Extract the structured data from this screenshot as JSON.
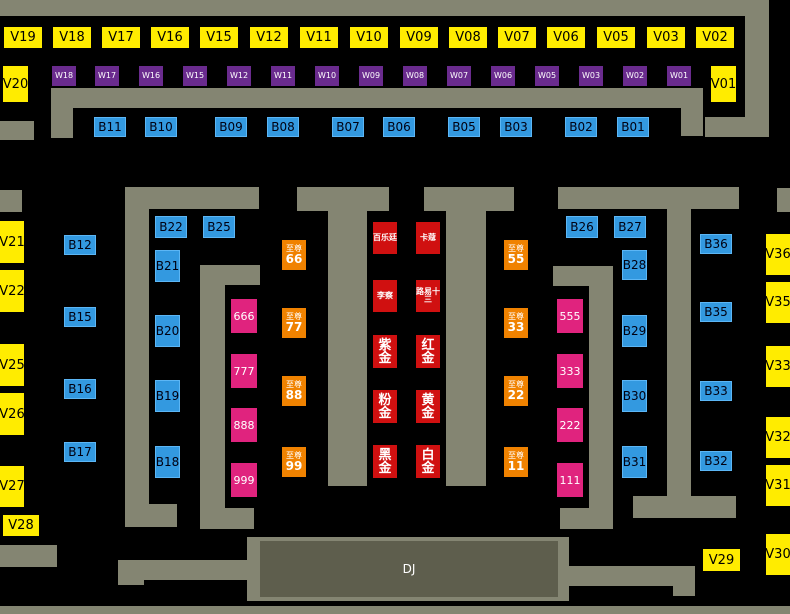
{
  "dj_label": "DJ",
  "colors": {
    "wall": "#848572",
    "dj_stage": "#5e5e4d",
    "V_zone": "#ffec00",
    "W_zone": "#6a2b8e",
    "B_zone": "#3399e0",
    "P_zone": "#e0237e",
    "O_zone": "#f08200",
    "R_zone": "#d01010"
  },
  "V_seats": [
    "V19",
    "V18",
    "V17",
    "V16",
    "V15",
    "V12",
    "V11",
    "V10",
    "V09",
    "V08",
    "V07",
    "V06",
    "V05",
    "V03",
    "V02",
    "V20",
    "V01",
    "V21",
    "V22",
    "V25",
    "V26",
    "V27",
    "V28",
    "V29",
    "V36",
    "V35",
    "V33",
    "V32",
    "V31",
    "V30"
  ],
  "W_seats": [
    "W18",
    "W17",
    "W16",
    "W15",
    "W12",
    "W11",
    "W10",
    "W09",
    "W08",
    "W07",
    "W06",
    "W05",
    "W03",
    "W02",
    "W01"
  ],
  "B_seats": [
    "B11",
    "B10",
    "B09",
    "B08",
    "B07",
    "B06",
    "B05",
    "B03",
    "B02",
    "B01",
    "B22",
    "B25",
    "B21",
    "B20",
    "B19",
    "B18",
    "B12",
    "B15",
    "B16",
    "B17",
    "B26",
    "B27",
    "B28",
    "B29",
    "B30",
    "B31",
    "B36",
    "B35",
    "B33",
    "B32"
  ],
  "P_seats": [
    "666",
    "777",
    "888",
    "999",
    "555",
    "333",
    "222",
    "111"
  ],
  "O_seats": [
    {
      "top": "至尊",
      "num": "66"
    },
    {
      "top": "至尊",
      "num": "77"
    },
    {
      "top": "至尊",
      "num": "88"
    },
    {
      "top": "至尊",
      "num": "99"
    },
    {
      "top": "至尊",
      "num": "55"
    },
    {
      "top": "至尊",
      "num": "33"
    },
    {
      "top": "至尊",
      "num": "22"
    },
    {
      "top": "至尊",
      "num": "11"
    }
  ],
  "R_seats": [
    "百乐廷",
    "卡蔻",
    "李察",
    "路易十三",
    "紫金",
    "红金",
    "粉金",
    "黄金",
    "黑金",
    "白金"
  ]
}
